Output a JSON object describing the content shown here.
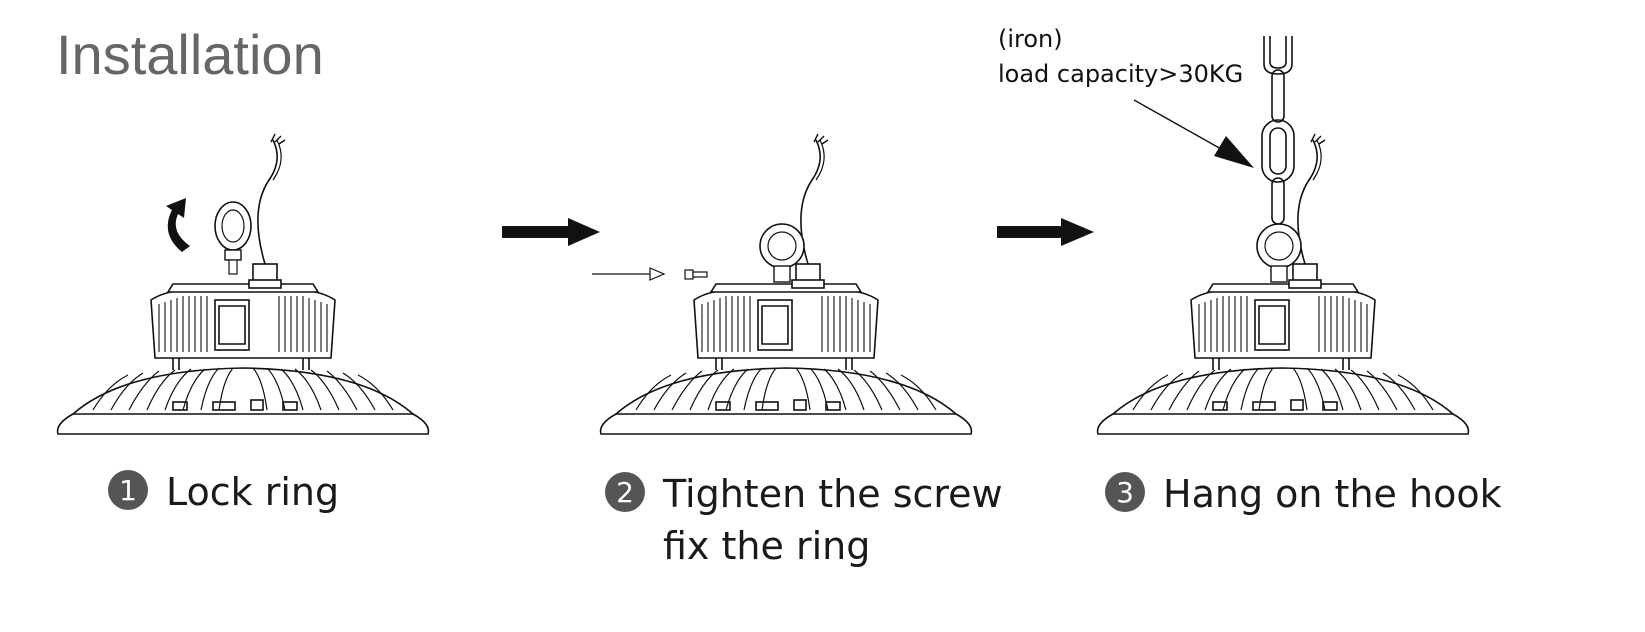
{
  "title": "Installation",
  "annotation": {
    "line1": "(iron)",
    "line2": "load capacity>30KG"
  },
  "steps": [
    {
      "number": "1",
      "line1": "Lock ring",
      "line2": ""
    },
    {
      "number": "2",
      "line1": "Tighten the screw",
      "line2": "fix the ring"
    },
    {
      "number": "3",
      "line1": "Hang on the hook",
      "line2": ""
    }
  ],
  "colors": {
    "title": "#666666",
    "badge": "#555555",
    "line": "#111111"
  },
  "icons": [
    "rotate-arrow-icon",
    "right-arrow-icon",
    "screw-icon",
    "chain-hook-icon",
    "pointer-arrow-icon"
  ]
}
